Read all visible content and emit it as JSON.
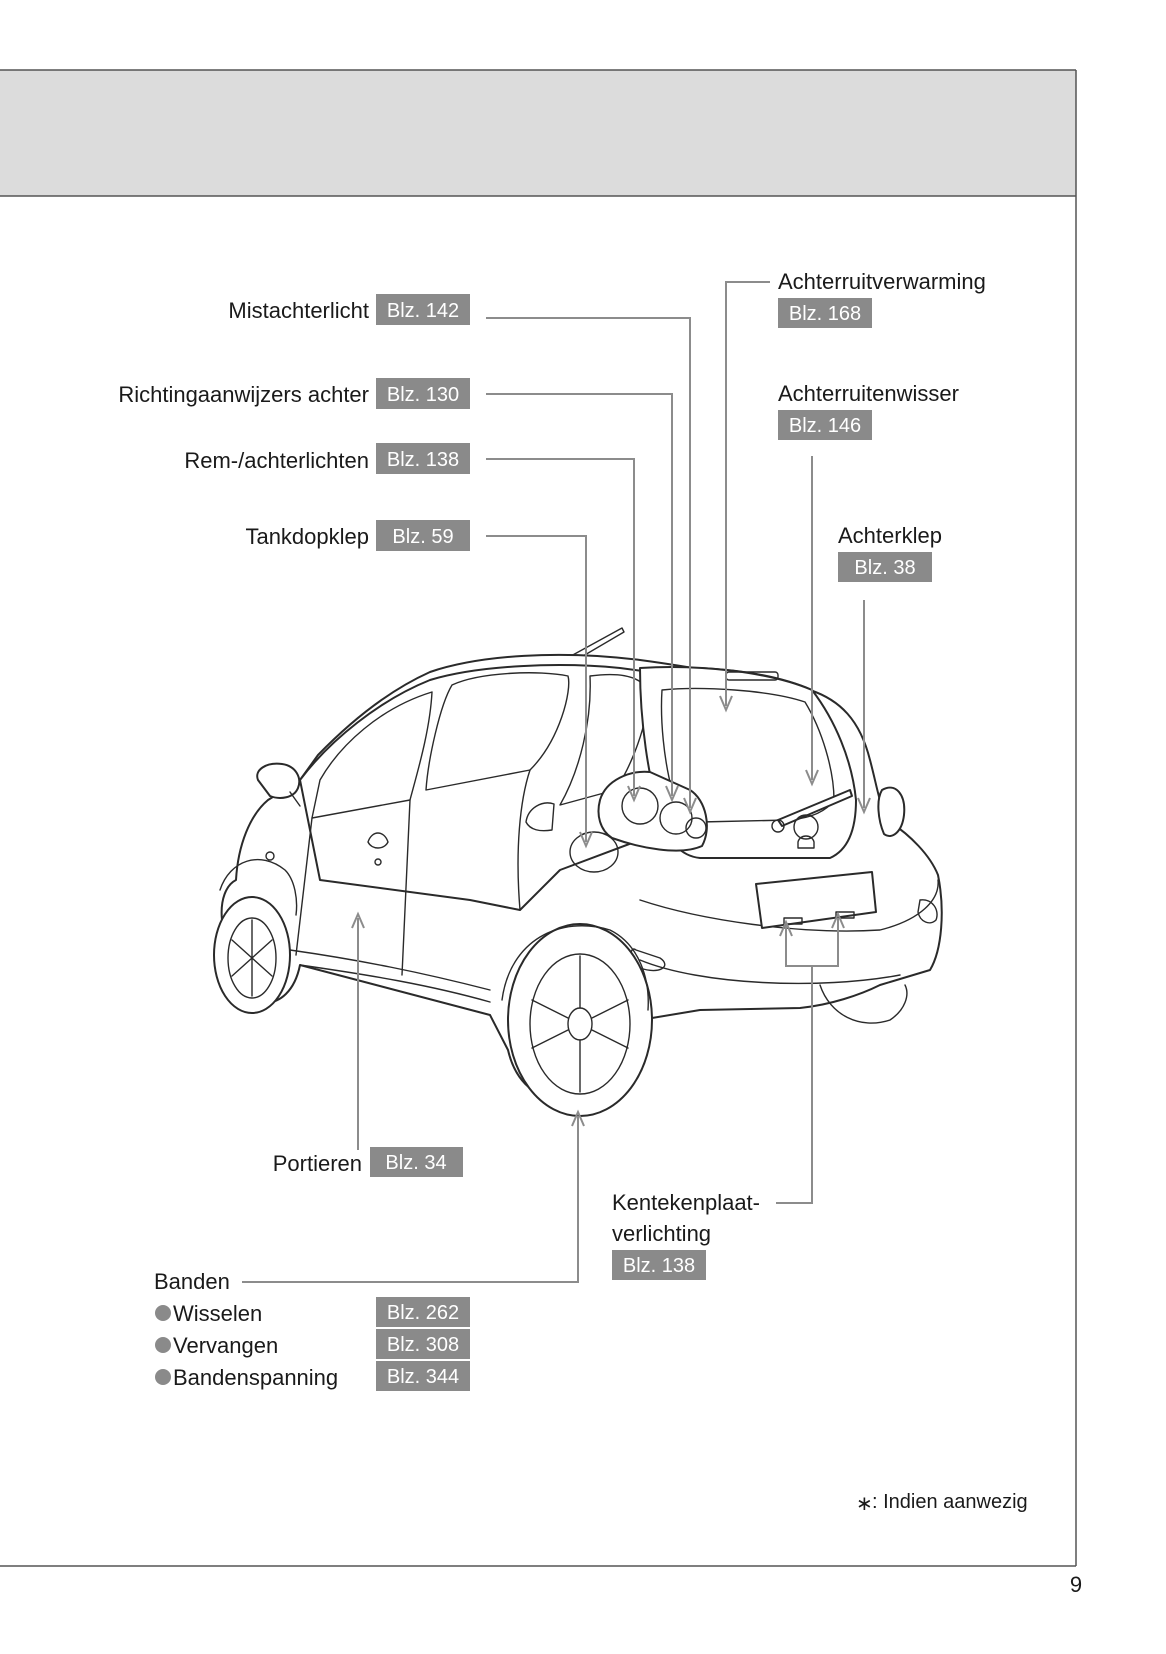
{
  "callouts": {
    "mistachterlicht": {
      "label": "Mistachterlicht",
      "ref": "Blz. 142"
    },
    "richtingaanwijzers": {
      "label": "Richtingaanwijzers achter",
      "ref": "Blz. 130"
    },
    "remachterlichten": {
      "label": "Rem-/achterlichten",
      "ref": "Blz. 138"
    },
    "tankdopklep": {
      "label": "Tankdopklep",
      "ref": "Blz. 59"
    },
    "achterruitverwarming": {
      "label": "Achterruitverwarming",
      "ref": "Blz. 168"
    },
    "achterruitenwisser": {
      "label": "Achterruitenwisser",
      "ref": "Blz. 146"
    },
    "achterklep": {
      "label": "Achterklep",
      "ref": "Blz. 38"
    },
    "portieren": {
      "label": "Portieren",
      "ref": "Blz. 34"
    },
    "kentekenplaat": {
      "label_line1": "Kentekenplaat-",
      "label_line2": "verlichting",
      "ref": "Blz. 138"
    },
    "banden": {
      "label": "Banden",
      "items": [
        {
          "label": "Wisselen",
          "ref": "Blz. 262"
        },
        {
          "label": "Vervangen",
          "ref": "Blz. 308"
        },
        {
          "label": "Bandenspanning",
          "ref": "Blz. 344"
        }
      ]
    }
  },
  "footnote": {
    "mark": "∗",
    "text": ": Indien aanwezig"
  },
  "page_number": "9",
  "colors": {
    "header_band": "#dcdcdc",
    "badge": "#8a8a8a",
    "leader": "#8c8c8c"
  }
}
